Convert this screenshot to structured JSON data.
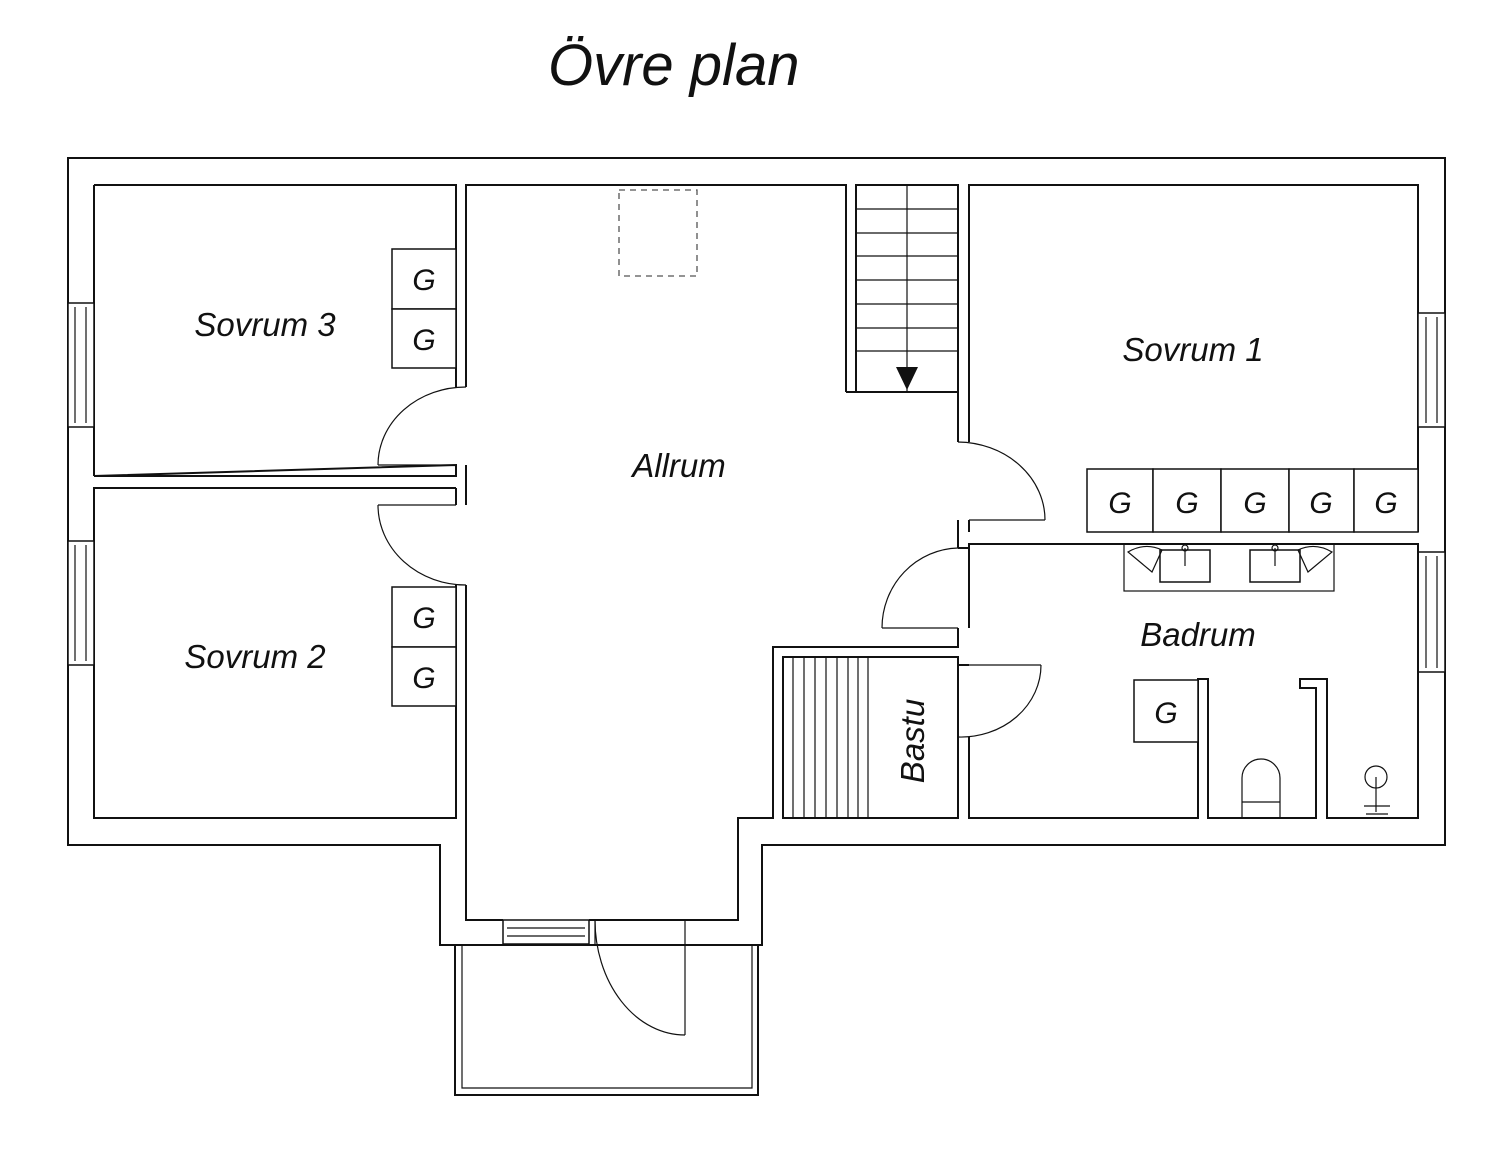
{
  "title": "Övre plan",
  "rooms": {
    "sovrum3": "Sovrum 3",
    "sovrum2": "Sovrum 2",
    "allrum": "Allrum",
    "sovrum1": "Sovrum 1",
    "badrum": "Badrum",
    "bastu": "Bastu"
  },
  "closet_label": "G"
}
